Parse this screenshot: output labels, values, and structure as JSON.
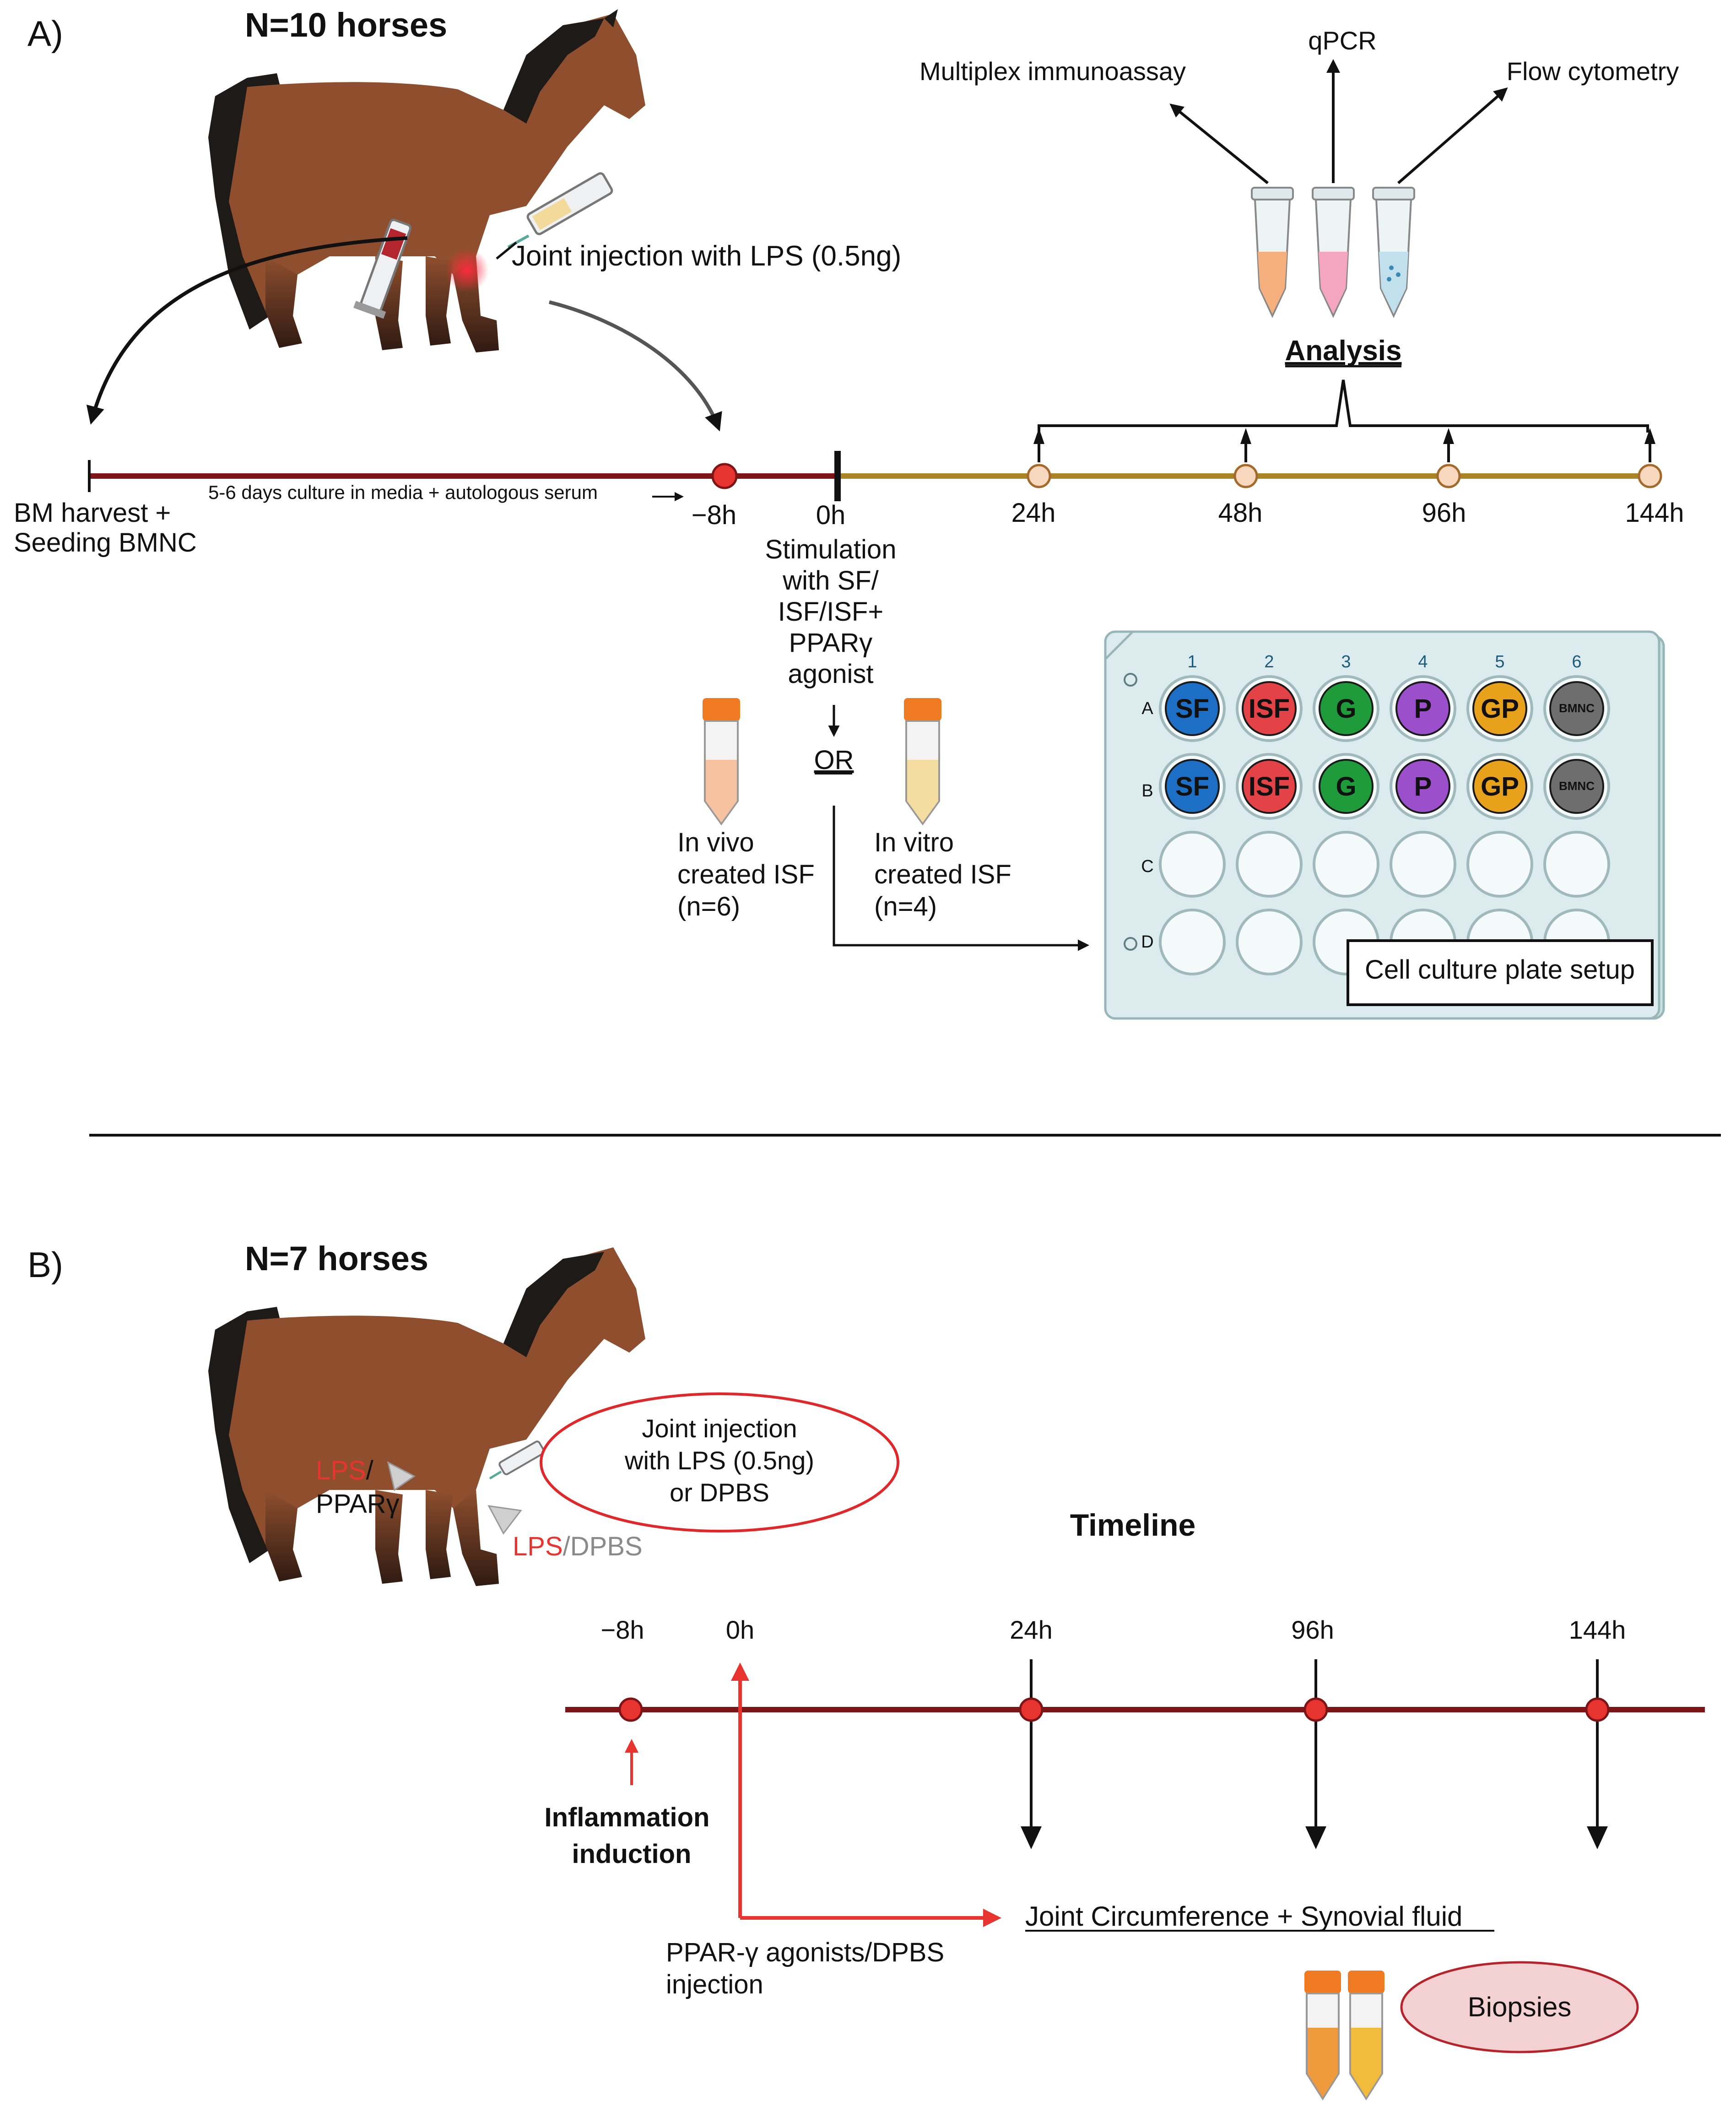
{
  "colors": {
    "timeline_red": "#7d1416",
    "timeline_gold": "#a98325",
    "accent_red": "#e8342f",
    "ppar_green": "#2aa33a",
    "dpbs_grey": "#8a8a8a",
    "horse_brown": "#8f4f2e",
    "horse_mane": "#1e1a18",
    "well_SF": "#1c6fc5",
    "well_ISF": "#e34347",
    "well_G": "#1f9b3b",
    "well_P": "#9c4fcb",
    "well_GP": "#e7a11a",
    "well_BMNC": "#6e6e6e",
    "plate": "#dcecee",
    "biopsy_fill": "#f3d1d3"
  },
  "panel_a": {
    "label": "A)",
    "title": "N=10 horses",
    "injection_text": "Joint injection with LPS (0.5ng)",
    "analysis": {
      "title": "Analysis",
      "methods": [
        "Multiplex immunoassay",
        "qPCR",
        "Flow cytometry"
      ]
    },
    "timeline": {
      "start_label_1": "BM harvest +",
      "start_label_2": "Seeding BMNC",
      "culture_text": "5-6 days culture in media + autologous serum",
      "points": [
        "−8h",
        "0h",
        "24h",
        "48h",
        "96h",
        "144h"
      ]
    },
    "stimulation_lines": [
      "Stimulation",
      "with SF/",
      "ISF/ISF+",
      "PPARγ",
      "agonist"
    ],
    "or_text": "OR",
    "in_vivo_lines": [
      "In vivo",
      "created ISF",
      "(n=6)"
    ],
    "in_vitro_lines": [
      "In vitro",
      "created ISF",
      "(n=4)"
    ],
    "plate": {
      "columns": [
        "1",
        "2",
        "3",
        "4",
        "5",
        "6"
      ],
      "rows": [
        "A",
        "B",
        "C",
        "D"
      ],
      "wells": [
        "SF",
        "ISF",
        "G",
        "P",
        "GP",
        "BMNC"
      ],
      "caption": "Cell culture plate setup"
    }
  },
  "panel_b": {
    "label": "B)",
    "title": "N=7 horses",
    "left_label_top": "LPS",
    "left_label_sep": "/",
    "left_label_bottom": "PPARγ",
    "right_label_a": "LPS",
    "right_label_sep": "/",
    "right_label_b": "DPBS",
    "injection_lines": [
      "Joint injection",
      "with LPS (0.5ng)",
      "or DPBS"
    ],
    "timeline_title": "Timeline",
    "points": [
      "−8h",
      "0h",
      "24h",
      "96h",
      "144h"
    ],
    "inflammation_lines": [
      "Inflammation",
      "induction"
    ],
    "ppar_lines": [
      "PPAR-γ agonists/DPBS",
      "injection"
    ],
    "outcome": "Joint Circumference + Synovial fluid",
    "biopsies": "Biopsies"
  }
}
